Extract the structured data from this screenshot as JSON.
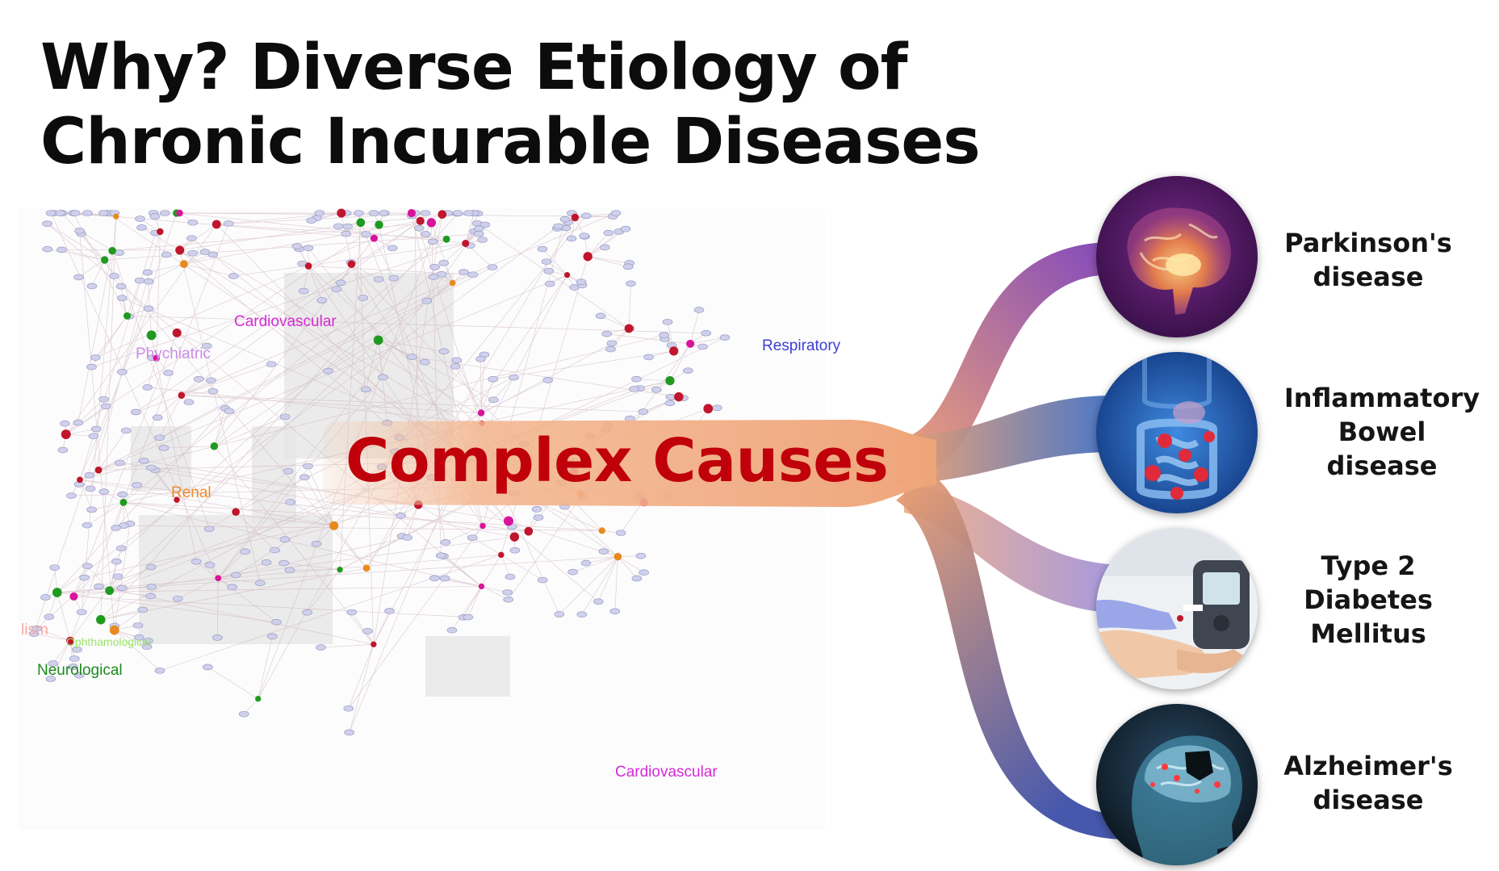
{
  "title": {
    "line1": "Why? Diverse Etiology of",
    "line2": "Chronic Incurable Diseases"
  },
  "center_label": "Complex Causes",
  "network": {
    "region_labels": [
      {
        "key": "cardio-top",
        "text": "Cardiovascular",
        "color": "#d62ad6"
      },
      {
        "key": "psychiatric",
        "text": "Phychiatric",
        "color": "#c98ee8"
      },
      {
        "key": "respiratory",
        "text": "Respiratory",
        "color": "#3b3fd4"
      },
      {
        "key": "renal",
        "text": "Renal",
        "color": "#f08a2a"
      },
      {
        "key": "metabolism",
        "text": "lism",
        "color": "#f4a9a0"
      },
      {
        "key": "ophthalmological",
        "text": "Ophthamological",
        "color": "#9be36a"
      },
      {
        "key": "neurological",
        "text": "Neurological",
        "color": "#1e8a1e"
      },
      {
        "key": "cardio-bottom",
        "text": "Cardiovascular",
        "color": "#d62ad6"
      }
    ],
    "colors": {
      "gene_node": "#cfd0ec",
      "disease_node": "#c0152c",
      "neuro_node": "#1f9a1f",
      "magenta_node": "#d9149a",
      "orange_node": "#e88a1c",
      "edge": "#c9a9b2"
    }
  },
  "diseases": [
    {
      "key": "parkinsons",
      "lines": [
        "Parkinson's",
        "disease"
      ],
      "icon": "brain-icon",
      "ribbon": "#7b3fb8"
    },
    {
      "key": "ibd",
      "lines": [
        "Inflammatory",
        "Bowel",
        "disease"
      ],
      "icon": "bowel-icon",
      "ribbon": "#3f6fc4"
    },
    {
      "key": "t2d",
      "lines": [
        "Type 2",
        "Diabetes",
        "Mellitus"
      ],
      "icon": "glucometer-icon",
      "ribbon": "#8e7fd9"
    },
    {
      "key": "alzheimers",
      "lines": [
        "Alzheimer's",
        "disease"
      ],
      "icon": "head-brain-icon",
      "ribbon": "#3c4fa8"
    }
  ],
  "accent_colors": {
    "title": "#0c0c0c",
    "complex_causes": "#c0000a",
    "ribbon_peach": "#f3b48c"
  }
}
